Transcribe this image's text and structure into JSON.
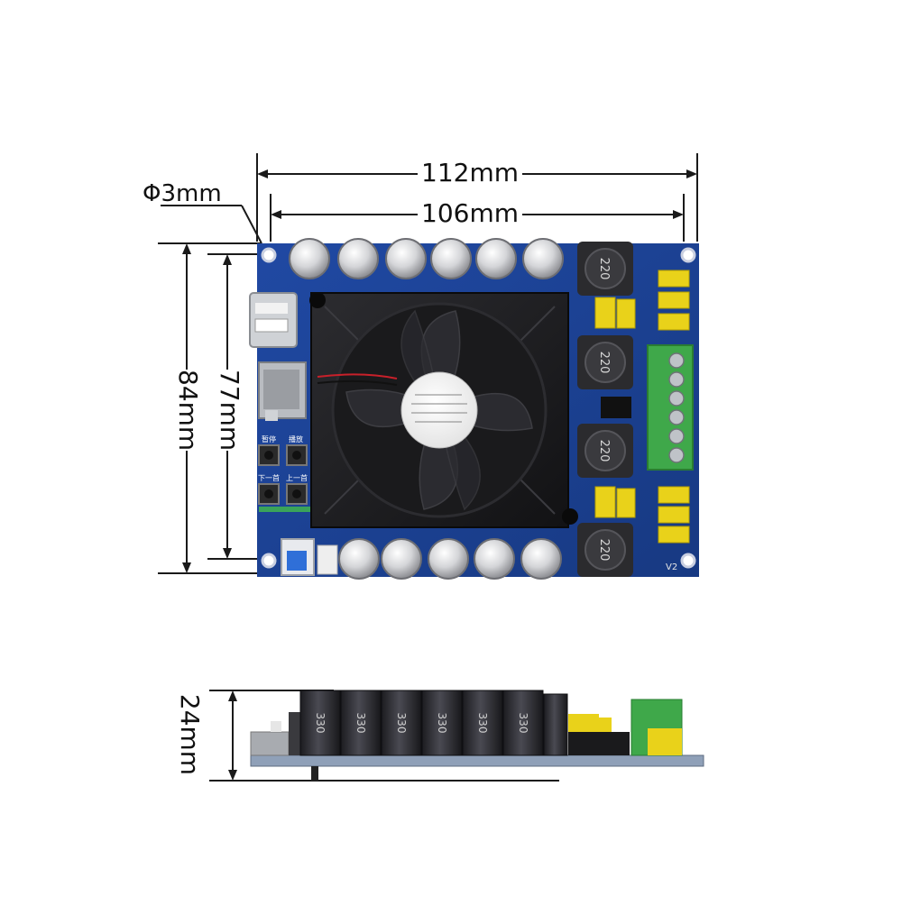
{
  "dimensions": {
    "length_outer": "112mm",
    "length_hole": "106mm",
    "hole_diameter": "Φ3mm",
    "width_outer": "84mm",
    "width_hole": "77mm",
    "height": "24mm"
  },
  "board": {
    "revision": "V2",
    "inductor_marking": "220",
    "side_view_marking": "330",
    "button_labels": [
      "暂停",
      "播放",
      "下一首",
      "上一首"
    ]
  },
  "colors": {
    "pcb": "#1b3f93",
    "heatsink": "#1c1c1e",
    "capacitor_top": "#d9dadc",
    "capacitor_body": "#2a2a30",
    "terminal": "#3fa84a",
    "film_cap": "#e9d21a",
    "inductor": "#2b2b2e"
  }
}
